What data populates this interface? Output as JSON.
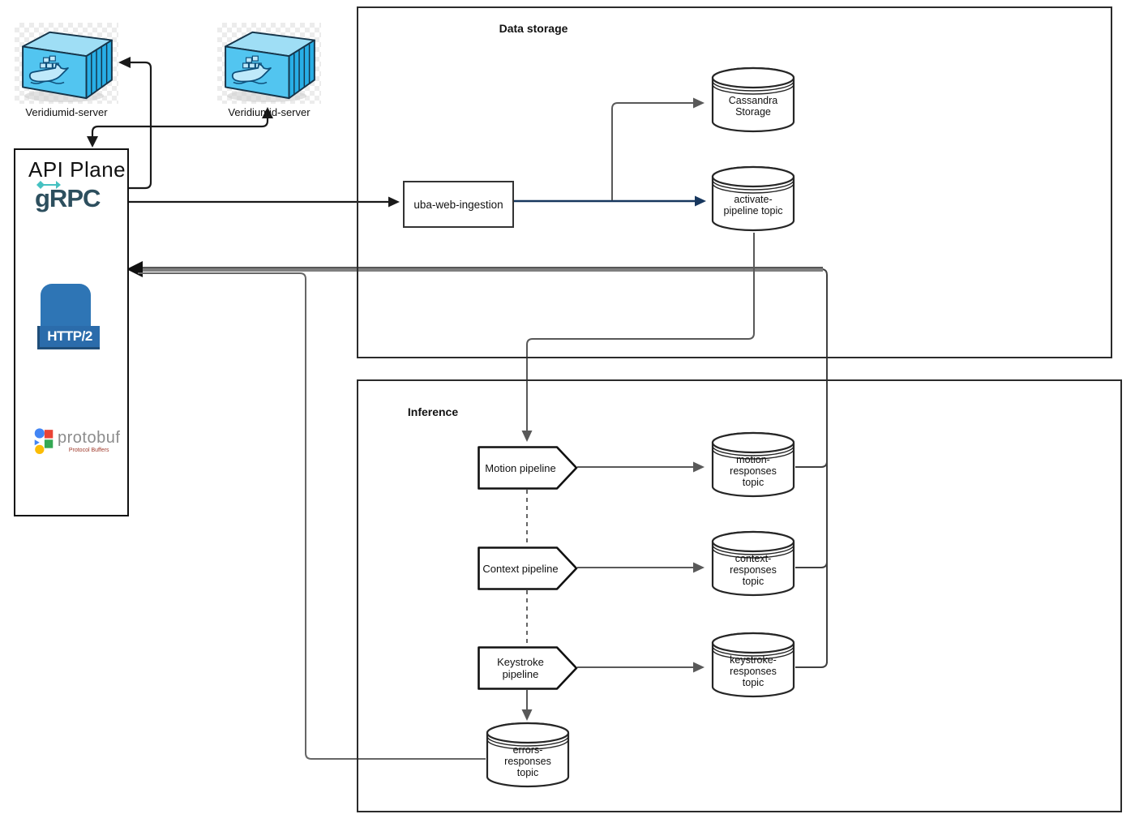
{
  "servers": {
    "server1": {
      "label": "Veridiumid-server"
    },
    "server2": {
      "label": "Veridiumid-server"
    }
  },
  "api_plane": {
    "title": "API Plane",
    "grpc_label": "gRPC",
    "http2_label": "HTTP/2",
    "protobuf_label": "protobuf",
    "protobuf_subtitle": "Protocol Buffers"
  },
  "groups": {
    "data_storage": {
      "label": "Data storage"
    },
    "inference": {
      "label": "Inference"
    }
  },
  "processes": {
    "uba": {
      "label": "uba-web-ingestion"
    }
  },
  "datastores": {
    "cassandra": {
      "label": "Cassandra\nStorage"
    },
    "activate": {
      "label": "activate-\npipeline topic"
    },
    "motion_topic": {
      "label": "motion-\nresponses\ntopic"
    },
    "context_topic": {
      "label": "context-\nresponses\ntopic"
    },
    "keystroke_topic": {
      "label": "keystroke-\nresponses\ntopic"
    },
    "errors_topic": {
      "label": "errors-\nresponses\ntopic"
    }
  },
  "pipelines": {
    "motion": {
      "label": "Motion pipeline"
    },
    "context": {
      "label": "Context pipeline"
    },
    "keystroke": {
      "label": "Keystroke pipeline"
    }
  },
  "colors": {
    "line_black": "#1a1a1a",
    "line_navy": "#17375e",
    "line_gray": "#595959",
    "line_mid_gray": "#666666",
    "line_thick_gray": "#7f7f7f",
    "docker_blue_front": "#52c5f0",
    "docker_blue_side": "#28aee6",
    "docker_blue_top": "#9fdef5",
    "http2_blue": "#2e75b5",
    "grpc_teal_text": "#2d4f5e",
    "grpc_accent": "#45c1c1"
  }
}
